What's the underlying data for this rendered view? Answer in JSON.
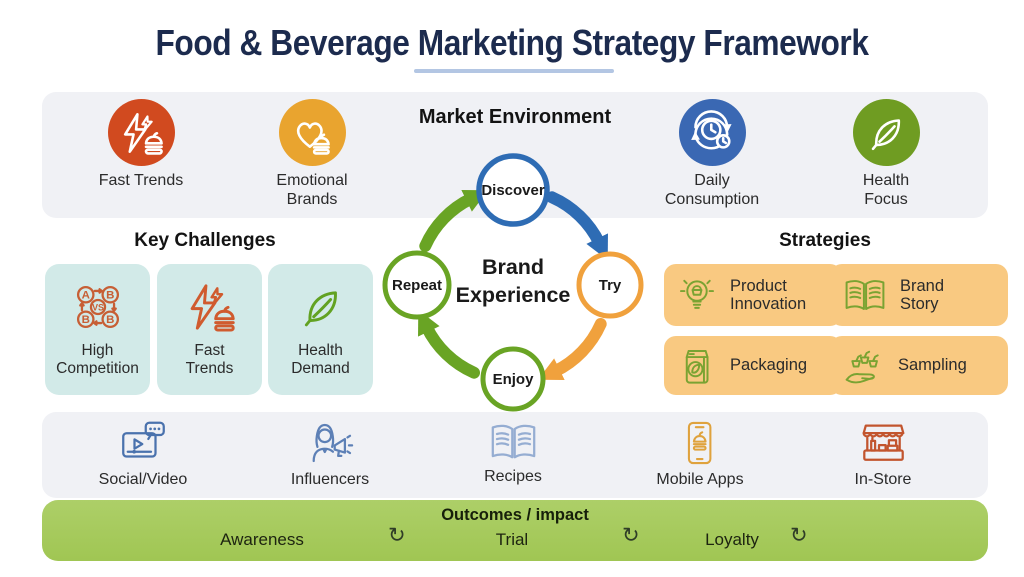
{
  "title": "Food & Beverage Marketing Strategy Framework",
  "market_environment": {
    "heading": "Market Environment",
    "items": [
      {
        "label": "Fast Trends",
        "icon": "fast-trends-icon",
        "color": "#d14a1f"
      },
      {
        "label": "Emotional\nBrands",
        "icon": "emotional-brands-icon",
        "color": "#e9a42f"
      },
      {
        "label": "Daily\nConsumption",
        "icon": "daily-consumption-icon",
        "color": "#3a68b3"
      },
      {
        "label": "Health\nFocus",
        "icon": "health-focus-icon",
        "color": "#6f9c22"
      }
    ]
  },
  "key_challenges": {
    "heading": "Key Challenges",
    "items": [
      {
        "label": "High\nCompetition",
        "icon": "high-competition-icon"
      },
      {
        "label": "Fast\nTrends",
        "icon": "fast-trends-icon"
      },
      {
        "label": "Health\nDemand",
        "icon": "health-demand-icon"
      }
    ]
  },
  "brand_cycle": {
    "center_label": "Brand\nExperience",
    "nodes": [
      {
        "label": "Discover",
        "color": "#2e6cb4"
      },
      {
        "label": "Try",
        "color": "#f0a13d"
      },
      {
        "label": "Enjoy",
        "color": "#69a424"
      },
      {
        "label": "Repeat",
        "color": "#69a424"
      }
    ]
  },
  "strategies": {
    "heading": "Strategies",
    "items": [
      {
        "label": "Product\nInnovation",
        "icon": "product-innovation-icon"
      },
      {
        "label": "Brand\nStory",
        "icon": "brand-story-icon"
      },
      {
        "label": "Packaging",
        "icon": "packaging-icon"
      },
      {
        "label": "Sampling",
        "icon": "sampling-icon"
      }
    ]
  },
  "channels": {
    "items": [
      {
        "label": "Social/Video",
        "icon": "social-video-icon"
      },
      {
        "label": "Influencers",
        "icon": "influencers-icon"
      },
      {
        "label": "Recipes",
        "icon": "recipes-icon"
      },
      {
        "label": "Mobile Apps",
        "icon": "mobile-apps-icon"
      },
      {
        "label": "In-Store",
        "icon": "in-store-icon"
      }
    ]
  },
  "outcomes": {
    "heading": "Outcomes / impact",
    "items": [
      "Awareness",
      "Trial",
      "Loyalty"
    ],
    "refresh_char": "↻"
  },
  "colors": {
    "title_text": "#1c2b4e",
    "title_underline": "#b3c6e3",
    "strip_bg": "#f0f1f5",
    "challenge_box_bg": "#d2eae8",
    "strategy_box_bg": "#f9c981",
    "outcomes_bar_bg": "#a7cb5e",
    "cycle_blue": "#2e6cb4",
    "cycle_orange": "#f0a13d",
    "cycle_green": "#69a424",
    "challenge_icon": "#c75f35",
    "strategy_icon": "#7aa332",
    "channel_icon_blue": "#4a72ad",
    "channel_icon_amber": "#dfa23d",
    "channel_icon_red": "#c2552e"
  }
}
